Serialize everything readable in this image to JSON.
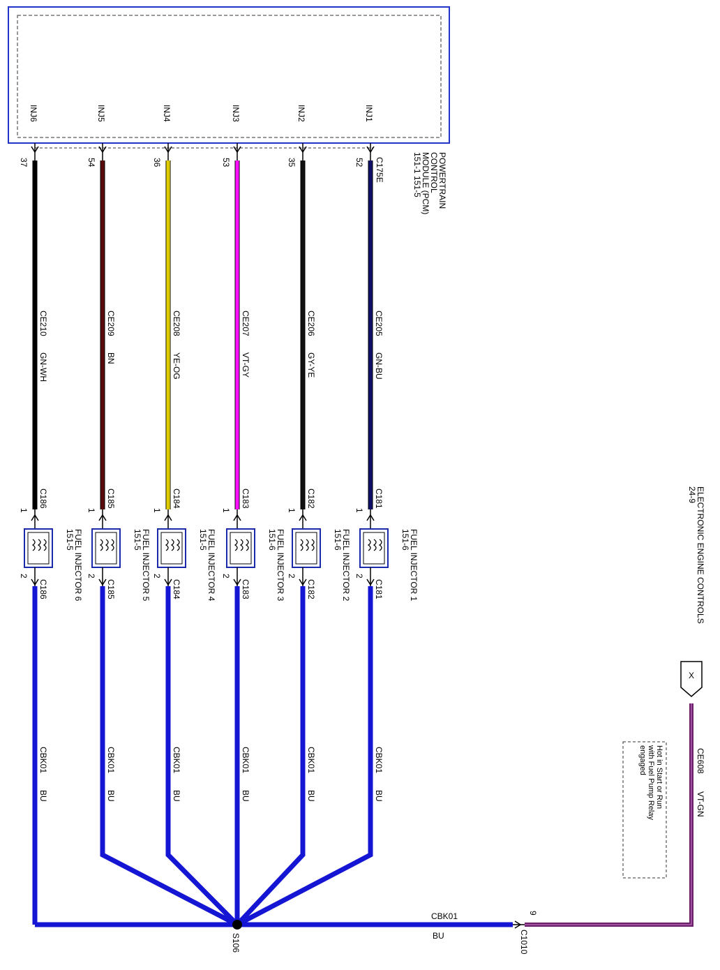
{
  "pcm": {
    "label_lines": [
      "POWERTRAIN",
      "CONTROL",
      "MODULE (PCM)",
      "151-1   151-5"
    ],
    "connector": "C175E",
    "pins": [
      "INJ6",
      "INJ5",
      "INJ4",
      "INJ3",
      "INJ2",
      "INJ1"
    ]
  },
  "circuits": [
    {
      "pcm_pin": "INJ6",
      "pcm_terminal": "37",
      "circuit": "CE210",
      "color_code": "GN-WH",
      "stroke": "#000000",
      "stripe": "#000000",
      "connector": "C186",
      "injector_lines": [
        "FUEL INJECTOR 6",
        "151-5"
      ],
      "ground_circuit": "CBK01",
      "ground_color": "BU"
    },
    {
      "pcm_pin": "INJ5",
      "pcm_terminal": "54",
      "circuit": "CE209",
      "color_code": "BN",
      "stroke": "#5a0a0a",
      "stripe": "#5a0a0a",
      "connector": "C185",
      "injector_lines": [
        "FUEL INJECTOR 5",
        "151-5"
      ],
      "ground_circuit": "CBK01",
      "ground_color": "BU"
    },
    {
      "pcm_pin": "INJ4",
      "pcm_terminal": "36",
      "circuit": "CE208",
      "color_code": "YE-OG",
      "stroke": "#f2e600",
      "stripe": "#c8a000",
      "connector": "C184",
      "injector_lines": [
        "FUEL INJECTOR 4",
        "151-5"
      ],
      "ground_circuit": "CBK01",
      "ground_color": "BU"
    },
    {
      "pcm_pin": "INJ3",
      "pcm_terminal": "53",
      "circuit": "CE207",
      "color_code": "VT-GY",
      "stroke": "#ff10ff",
      "stripe": "#ff10ff",
      "connector": "C183",
      "injector_lines": [
        "FUEL INJECTOR 3",
        "151-6"
      ],
      "ground_circuit": "CBK01",
      "ground_color": "BU"
    },
    {
      "pcm_pin": "INJ2",
      "pcm_terminal": "35",
      "circuit": "CE206",
      "color_code": "GY-YE",
      "stroke": "#111111",
      "stripe": "#111111",
      "connector": "C182",
      "injector_lines": [
        "FUEL INJECTOR 2",
        "151-6"
      ],
      "ground_circuit": "CBK01",
      "ground_color": "BU"
    },
    {
      "pcm_pin": "INJ1",
      "pcm_terminal": "52",
      "circuit": "CE205",
      "color_code": "GN-BU",
      "stroke": "#10106a",
      "stripe": "#10106a",
      "connector": "C181",
      "injector_lines": [
        "FUEL INJECTOR 1",
        "151-6"
      ],
      "ground_circuit": "CBK01",
      "ground_color": "BU"
    }
  ],
  "injector_pins": {
    "top": "1",
    "bottom": "2"
  },
  "splice": {
    "label": "S106"
  },
  "bus": {
    "circuit": "CBK01",
    "color_code": "BU"
  },
  "inline_connector": {
    "label": "C1010",
    "pin": "9"
  },
  "feed": {
    "circuit": "CE608",
    "color_code": "VT-GN"
  },
  "ref": {
    "label_lines": [
      "ELECTRONIC ENGINE CONTROLS",
      "24-9"
    ],
    "marker": "X"
  },
  "note": {
    "lines": [
      "Hot in Start or Run",
      "with Fuel Pump Relay",
      "engaged"
    ]
  },
  "colors": {
    "ground_wire": "#1515d4",
    "feed_wire": "#6a1f6a",
    "module_border": "#2233cc"
  }
}
